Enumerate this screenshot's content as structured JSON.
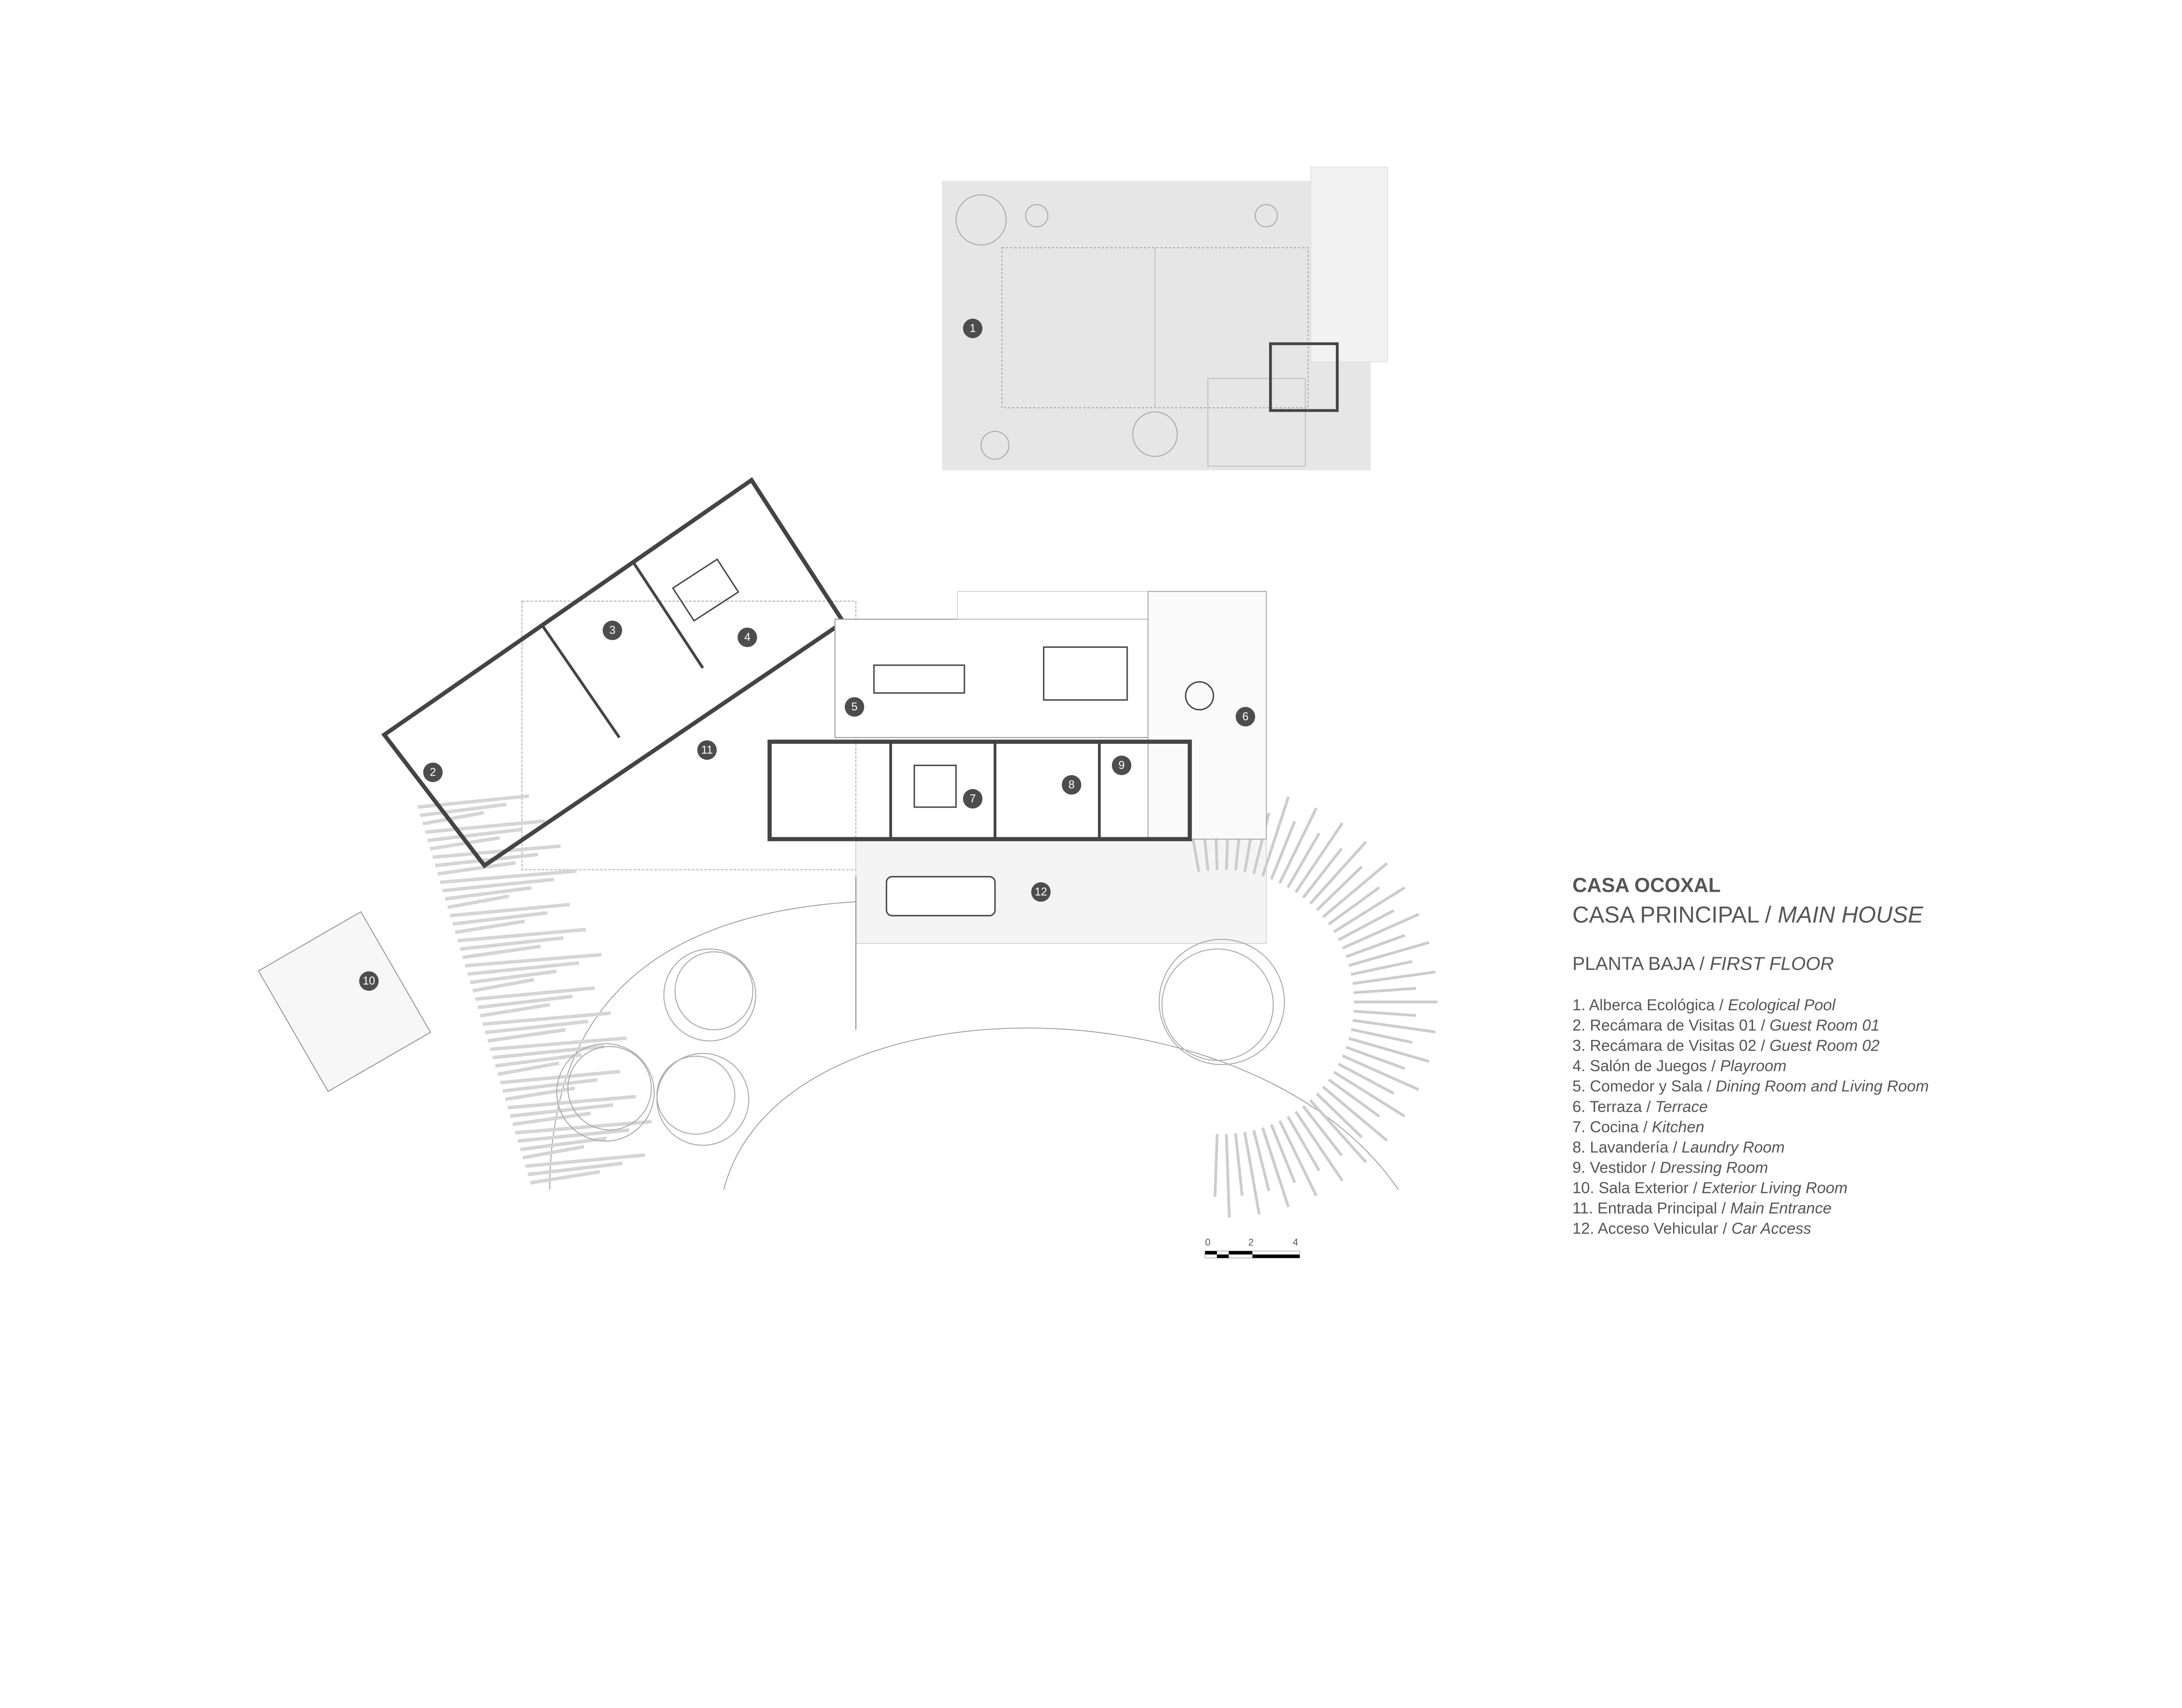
{
  "title": "CASA OCOXAL",
  "subtitle": {
    "es": "CASA PRINCIPAL / ",
    "en": "MAIN HOUSE"
  },
  "floor": {
    "es": "PLANTA BAJA / ",
    "en": "FIRST FLOOR"
  },
  "legend": [
    {
      "es": "1. Alberca Ecológica / ",
      "en": "Ecological Pool"
    },
    {
      "es": "2. Recámara de Visitas 01 / ",
      "en": "Guest Room 01"
    },
    {
      "es": "3. Recámara de Visitas 02 / ",
      "en": "Guest Room 02"
    },
    {
      "es": "4. Salón de Juegos / ",
      "en": "Playroom"
    },
    {
      "es": "5. Comedor y Sala / ",
      "en": "Dining Room and Living Room"
    },
    {
      "es": "6. Terraza / ",
      "en": "Terrace"
    },
    {
      "es": "7. Cocina / ",
      "en": "Kitchen"
    },
    {
      "es": "8. Lavandería / ",
      "en": "Laundry Room"
    },
    {
      "es": "9. Vestidor / ",
      "en": "Dressing Room"
    },
    {
      "es": "10. Sala Exterior / ",
      "en": "Exterior Living Room"
    },
    {
      "es": "11. Entrada Principal / ",
      "en": "Main Entrance"
    },
    {
      "es": "12. Acceso Vehicular / ",
      "en": "Car Access"
    }
  ],
  "markers": [
    "1",
    "2",
    "3",
    "4",
    "5",
    "6",
    "7",
    "8",
    "9",
    "10",
    "11",
    "12"
  ],
  "scale_bar": {
    "labels": [
      "0",
      "2",
      "4"
    ]
  },
  "colors": {
    "text": "#555555",
    "marker": "#4d4d4d",
    "pool_area": "#e6e6e6",
    "wall": "#444444"
  }
}
